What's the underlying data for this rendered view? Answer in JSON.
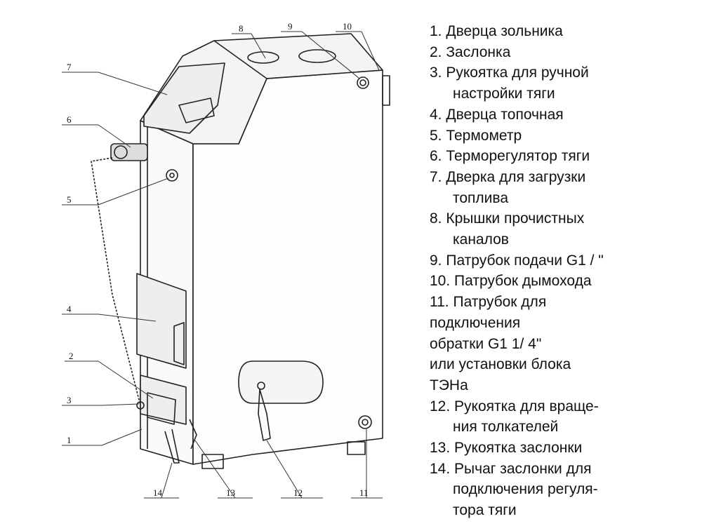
{
  "callouts": [
    "1",
    "2",
    "3",
    "4",
    "5",
    "6",
    "7",
    "8",
    "9",
    "10",
    "11",
    "12",
    "13",
    "14"
  ],
  "legend": [
    {
      "lines": [
        "1. Дверца зольника"
      ],
      "indent": false
    },
    {
      "lines": [
        "2. Заслонка"
      ],
      "indent": false
    },
    {
      "lines": [
        "3. Рукоятка для ручной",
        "настройки тяги"
      ],
      "indent": true
    },
    {
      "lines": [
        "4. Дверца топочная"
      ],
      "indent": false
    },
    {
      "lines": [
        "5. Термометр"
      ],
      "indent": false
    },
    {
      "lines": [
        "6. Терморегулятор тяги"
      ],
      "indent": false
    },
    {
      "lines": [
        "7. Дверка для загрузки",
        "топлива"
      ],
      "indent": true
    },
    {
      "lines": [
        "8. Крышки прочистных",
        "каналов"
      ],
      "indent": true
    },
    {
      "lines": [
        "9. Патрубок подачи G1 / \""
      ],
      "indent": false
    },
    {
      "lines": [
        "10. Патрубок дымохода"
      ],
      "indent": false
    },
    {
      "lines": [
        "11. Патрубок для",
        "подключения",
        "обратки G1 1/ 4\"",
        "или установки блока",
        "ТЭНа"
      ],
      "indent": false
    },
    {
      "lines": [
        "12. Рукоятка для враще-",
        "ния толкателей"
      ],
      "indent": true
    },
    {
      "lines": [
        "13. Рукоятка заслонки"
      ],
      "indent": false
    },
    {
      "lines": [
        "14. Рычаг заслонки для",
        "подключения регуля-",
        "тора тяги"
      ],
      "indent": true
    }
  ]
}
